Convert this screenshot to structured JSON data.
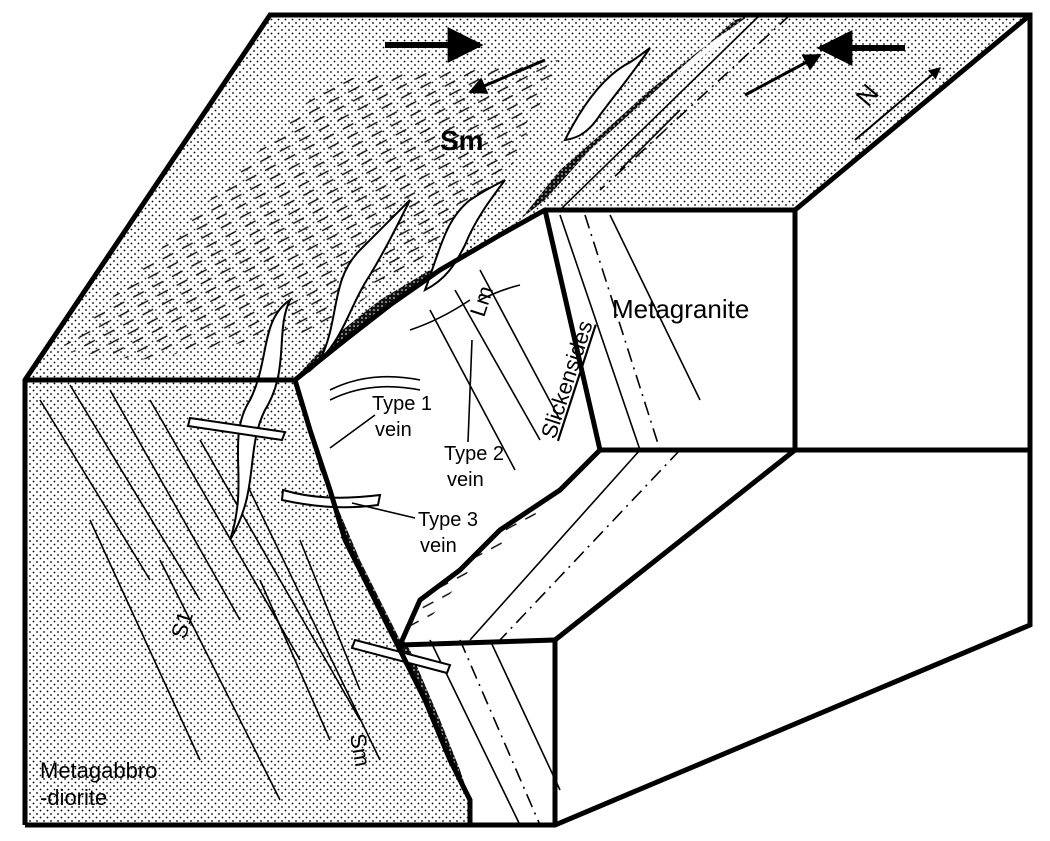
{
  "labels": {
    "sm_top": "Sm",
    "sm_front": "Sm",
    "s1": "S1",
    "lm": "Lm",
    "slickensides": "Slickensides",
    "metagranite": "Metagranite",
    "metagabbro_line1": "Metagabbro",
    "metagabbro_line2": "-diorite",
    "type1_line1": "Type 1",
    "type1_line2": "vein",
    "type2_line1": "Type 2",
    "type2_line2": "vein",
    "type3_line1": "Type 3",
    "type3_line2": "vein",
    "north": "N"
  }
}
